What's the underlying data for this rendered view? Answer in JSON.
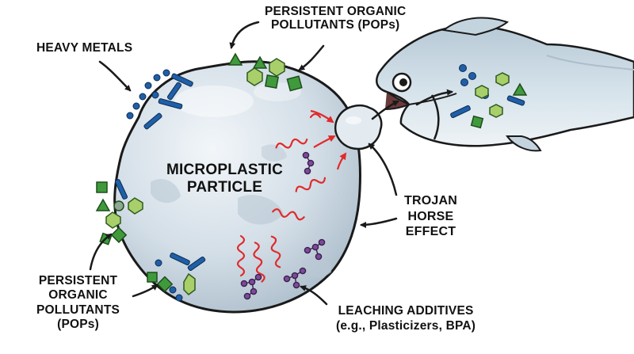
{
  "labels": {
    "pops_top": {
      "line1": "PERSISTENT ORGANIC",
      "line2": "POLLUTANTS (POPs)"
    },
    "heavy_metals": "HEAVY METALS",
    "particle": {
      "line1": "MICROPLASTIC",
      "line2": "PARTICLE"
    },
    "trojan": {
      "line1": "TROJAN",
      "line2": "HORSE",
      "line3": "EFFECT"
    },
    "pops_left": {
      "line1": "PERSISTENT",
      "line2": "ORGANIC",
      "line3": "POLLUTANTS",
      "line4": "(POPs)"
    },
    "leaching": {
      "line1": "LEACHING ADDITIVES",
      "line2": "(e.g., Plasticizers, BPA)"
    }
  },
  "colors": {
    "particle_fill": "#d7e2ea",
    "particle_shade": "#b9c8d4",
    "fish_body": "#cddce6",
    "metal_blue": "#1f5fa8",
    "pop_green": "#3f9a3c",
    "pop_light_green": "#a9cf6b",
    "additive_purple": "#7d4a9a",
    "leach_red": "#e02a2a",
    "outline": "#1a1a1a"
  },
  "icons": [
    "heavy-metal-dot",
    "heavy-metal-rod",
    "pop-square",
    "pop-hexagon",
    "pop-triangle",
    "additive-molecule",
    "leaching-wave",
    "microplastic-fragment",
    "fish"
  ]
}
